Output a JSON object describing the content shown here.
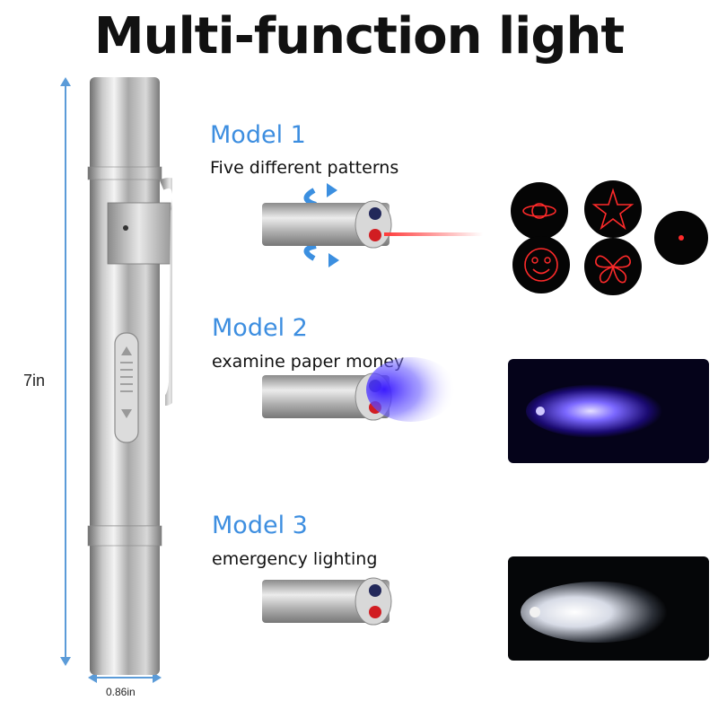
{
  "title": "Multi-function light",
  "dimensions": {
    "length": "7in",
    "width": "0.86in"
  },
  "models": [
    {
      "name": "Model 1",
      "description": "Five different patterns"
    },
    {
      "name": "Model 2",
      "description": "examine paper money"
    },
    {
      "name": "Model 3",
      "description": "emergency lighting"
    }
  ],
  "colors": {
    "accent": "#3d8ee0",
    "laser_red": "#e0202a",
    "uv_violet": "#5a2cff"
  }
}
